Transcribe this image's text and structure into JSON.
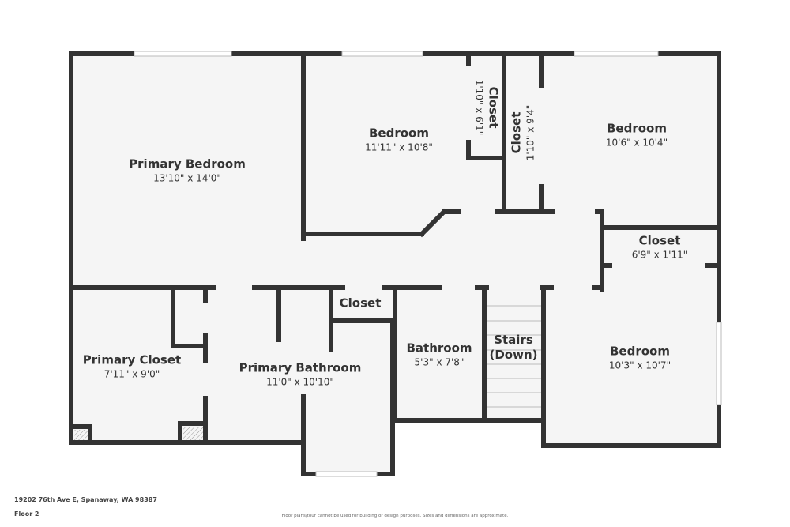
{
  "colors": {
    "wall": "#333333",
    "floor": "#f5f5f5",
    "opening": "#ffffff",
    "text": "#333333"
  },
  "rooms": [
    {
      "id": "primary-bedroom",
      "name": "Primary Bedroom",
      "dims": "13'10\" x 14'0\""
    },
    {
      "id": "bedroom-1",
      "name": "Bedroom",
      "dims": "11'11\" x 10'8\""
    },
    {
      "id": "closet-1",
      "name": "Closet",
      "dims": "1'10\" x 6'1\""
    },
    {
      "id": "closet-2",
      "name": "Closet",
      "dims": "1'10\" x 9'4\""
    },
    {
      "id": "bedroom-2",
      "name": "Bedroom",
      "dims": "10'6\" x 10'4\""
    },
    {
      "id": "closet-3",
      "name": "Closet",
      "dims": "6'9\" x 1'11\""
    },
    {
      "id": "primary-closet",
      "name": "Primary Closet",
      "dims": "7'11\" x 9'0\""
    },
    {
      "id": "primary-bathroom",
      "name": "Primary Bathroom",
      "dims": "11'0\" x 10'10\""
    },
    {
      "id": "closet-4",
      "name": "Closet",
      "dims": ""
    },
    {
      "id": "bathroom",
      "name": "Bathroom",
      "dims": "5'3\" x 7'8\""
    },
    {
      "id": "stairs",
      "name": "Stairs",
      "dims": "(Down)"
    },
    {
      "id": "bedroom-3",
      "name": "Bedroom",
      "dims": "10'3\" x 10'7\""
    }
  ],
  "footer": {
    "address": "19202 76th Ave E, Spanaway, WA 98387",
    "floor": "Floor 2",
    "disclaimer": "Floor plans/tour cannot be used for building or design purposes. Sizes and dimensions are approximate."
  }
}
